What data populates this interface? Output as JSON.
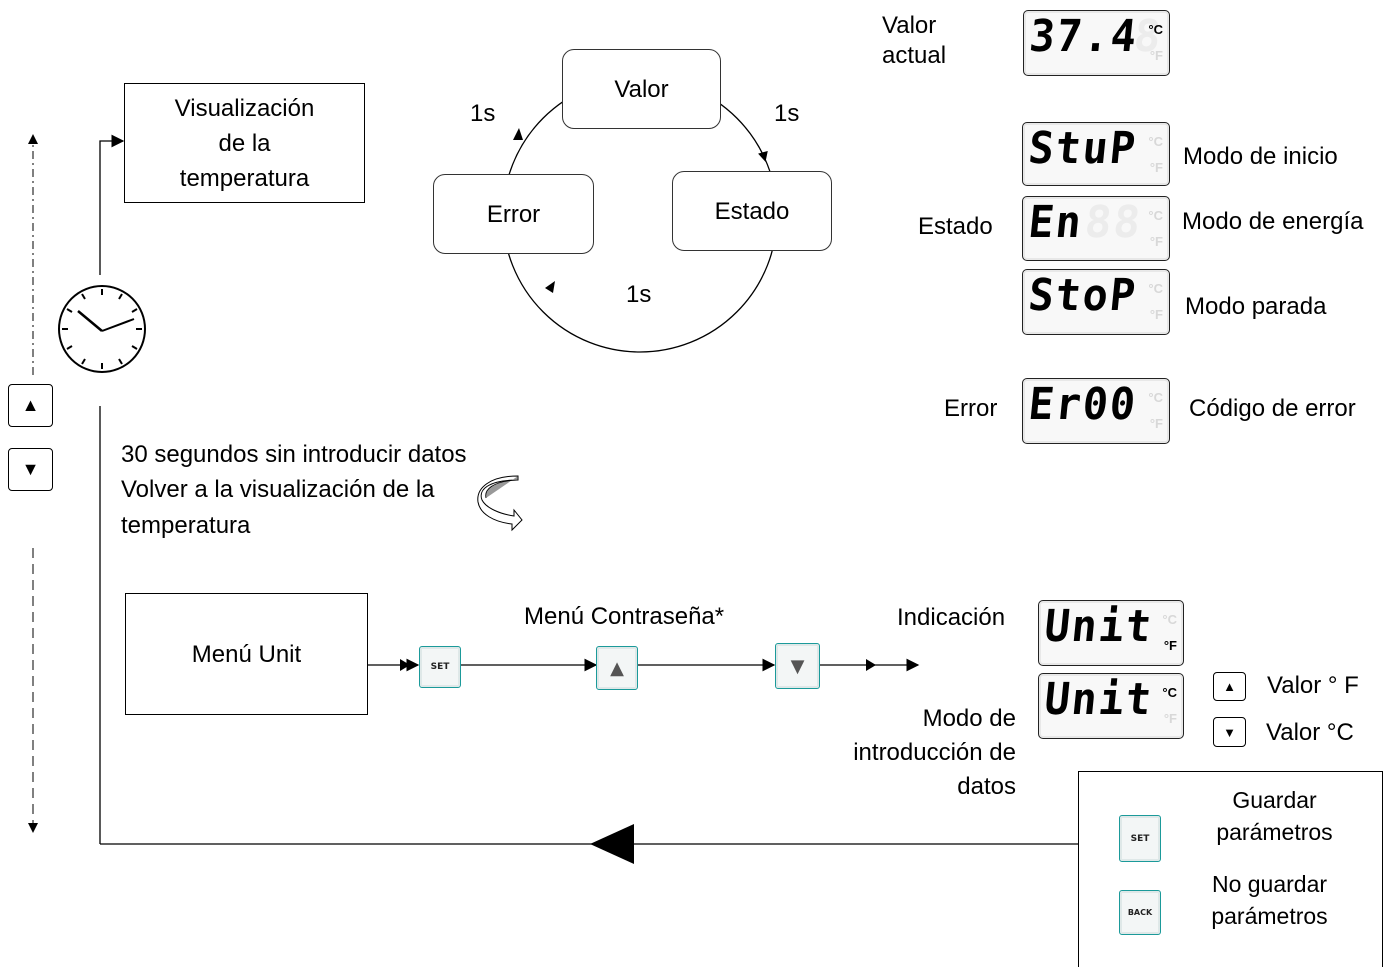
{
  "flow": {
    "temp_display": "Visualización\nde la\ntemperatura",
    "cycle": {
      "valor": "Valor",
      "estado": "Estado",
      "error": "Error",
      "t1": "1s",
      "t2": "1s",
      "t3": "1s"
    },
    "timeout_line1": "30 segundos sin introducir datos",
    "timeout_line2": "Volver a la visualización de la",
    "timeout_line3": "temperatura",
    "menu_unit": "Menú Unit",
    "menu_password": "Menú Contraseña*"
  },
  "displays": {
    "valor_actual_label": "Valor\nactual",
    "valor_actual": "37.4",
    "estado_label": "Estado",
    "stup": "StuP",
    "stup_desc": "Modo de inicio",
    "en": "En",
    "en_desc": "Modo de energía",
    "stop": "StoP",
    "stop_desc": "Modo parada",
    "error_label": "Error",
    "er00": "Er00",
    "er00_desc": "Código de error",
    "indicacion_label": "Indicación",
    "unit_f": "Unit",
    "modo_label": "Modo de\nintroducción de\ndatos",
    "unit_c": "Unit",
    "unit_c_sym": "°C",
    "unit_f_sym": "°F"
  },
  "legend": {
    "up_text": "Valor ° F",
    "down_text": "Valor °C"
  },
  "save_box": {
    "save_text": "Guardar\nparámetros",
    "nosave_text": "No guardar\nparámetros",
    "set_label": "SET",
    "back_label": "BACK"
  },
  "buttons": {
    "up": "▲",
    "down": "▼",
    "set": "SET"
  }
}
